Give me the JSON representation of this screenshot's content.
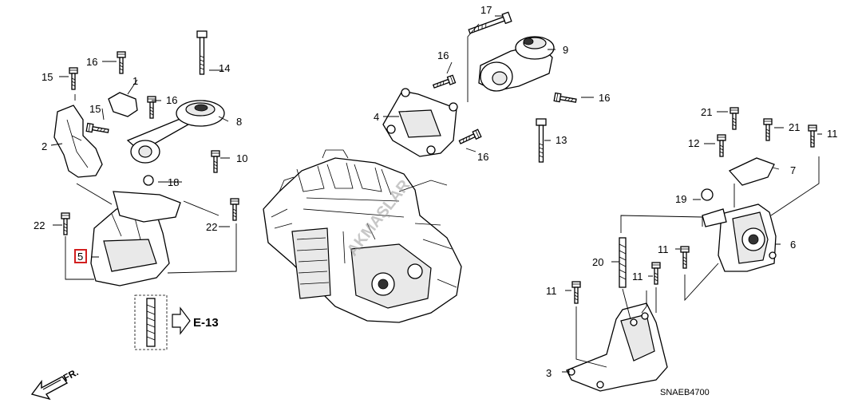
{
  "labels": {
    "l1": "1",
    "l2": "2",
    "l3": "3",
    "l4": "4",
    "l5": "5",
    "l6": "6",
    "l7": "7",
    "l8": "8",
    "l9": "9",
    "l10": "10",
    "l11a": "11",
    "l11b": "11",
    "l11c": "11",
    "l11d": "11",
    "l12": "12",
    "l13": "13",
    "l14": "14",
    "l15a": "15",
    "l15b": "15",
    "l16a": "16",
    "l16b": "16",
    "l16c": "16",
    "l16d": "16",
    "l16e": "16",
    "l17": "17",
    "l18": "18",
    "l19": "19",
    "l20": "20",
    "l21a": "21",
    "l21b": "21",
    "l22a": "22",
    "l22b": "22"
  },
  "reference": "E-13",
  "front_label": "FR.",
  "diagram_code": "SNAEB4700",
  "watermark": "AKMAŞLAR",
  "colors": {
    "highlight_box": "#d21f1f",
    "line": "#000000"
  },
  "icons": [
    "front-arrow-icon",
    "reference-arrow-icon"
  ]
}
